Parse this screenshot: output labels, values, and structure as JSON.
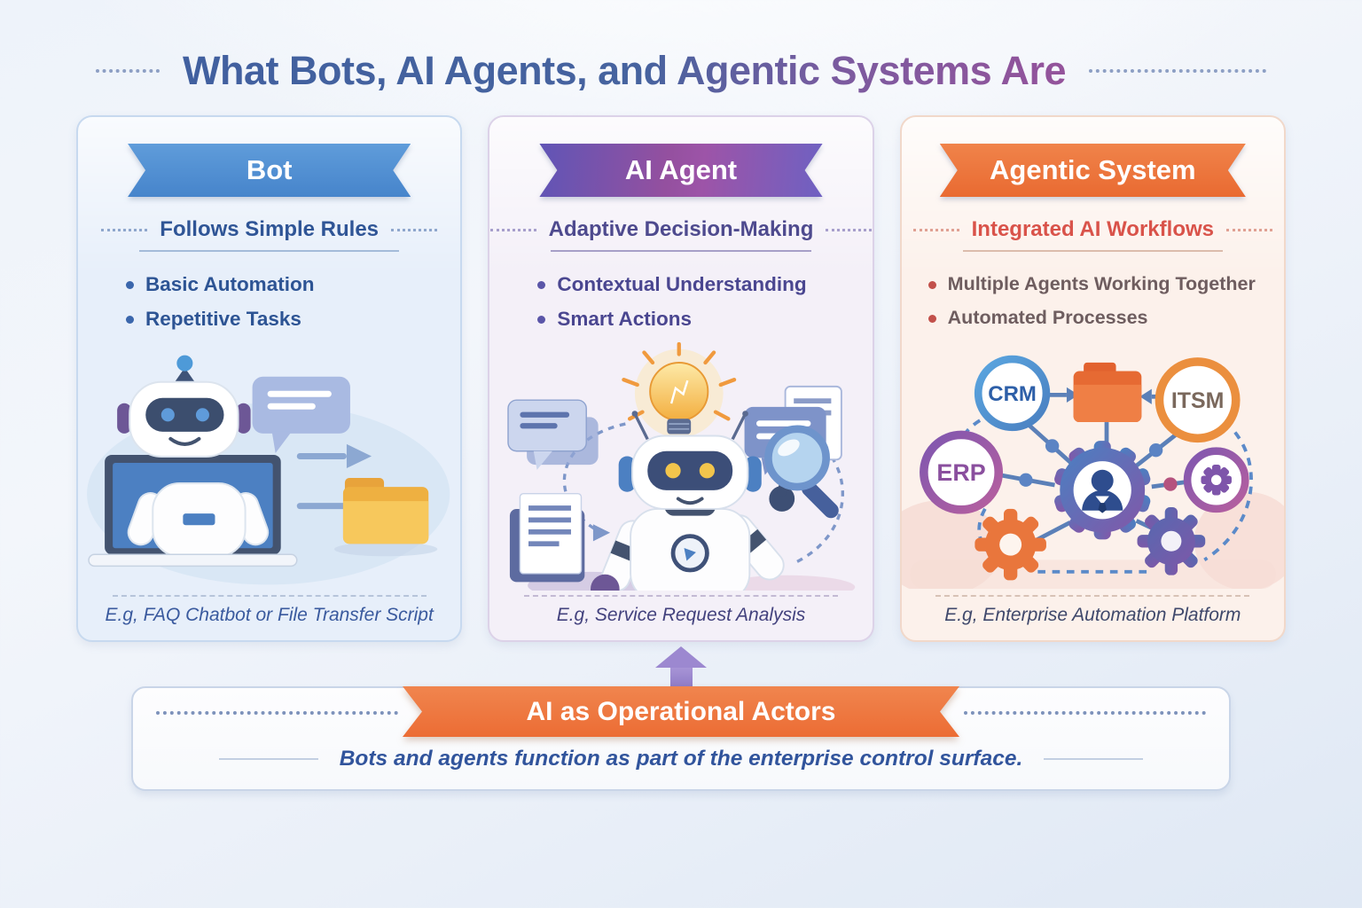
{
  "page": {
    "title": "What Bots, AI Agents, and Agentic Systems Are"
  },
  "cards": [
    {
      "title": "Bot",
      "subtitle": "Follows Simple Rules",
      "bullets": [
        "Basic Automation",
        "Repetitive Tasks"
      ],
      "example": "E.g, FAQ Chatbot or File Transfer Script",
      "accent": "#4f8fd4",
      "illustration_icons": [
        "chatbot-on-laptop-icon",
        "chat-bubble-icon",
        "arrow-right-icon",
        "folder-icon"
      ]
    },
    {
      "title": "AI Agent",
      "subtitle": "Adaptive Decision-Making",
      "bullets": [
        "Contextual Understanding",
        "Smart Actions"
      ],
      "example": "E.g, Service Request Analysis",
      "accent": "#8a55ad",
      "illustration_icons": [
        "robot-icon",
        "lightbulb-icon",
        "chat-bubbles-icon",
        "documents-icon",
        "magnifier-icon"
      ]
    },
    {
      "title": "Agentic System",
      "subtitle": "Integrated AI Workflows",
      "bullets": [
        "Multiple Agents Working Together",
        "Automated Processes"
      ],
      "example": "E.g, Enterprise Automation Platform",
      "accent": "#ec7138",
      "systems": [
        "CRM",
        "ITSM",
        "ERP"
      ],
      "illustration_icons": [
        "network-icon",
        "gear-icon",
        "person-gear-icon",
        "folder-icon"
      ]
    }
  ],
  "footer": {
    "banner": "AI as Operational Actors",
    "caption": "Bots and agents function as part of the enterprise control surface."
  },
  "colors": {
    "title_blue": "#44619d",
    "title_purple": "#94539b",
    "bot_banner": "#4f8fd4",
    "agent_banner_left": "#6055b6",
    "agent_banner_mid": "#9d54a8",
    "agentic_banner": "#ec6f35",
    "footer_banner": "#ee7a42",
    "arrow_purple": "#9c88d0",
    "agentic_subtitle_red": "#d9534a"
  }
}
